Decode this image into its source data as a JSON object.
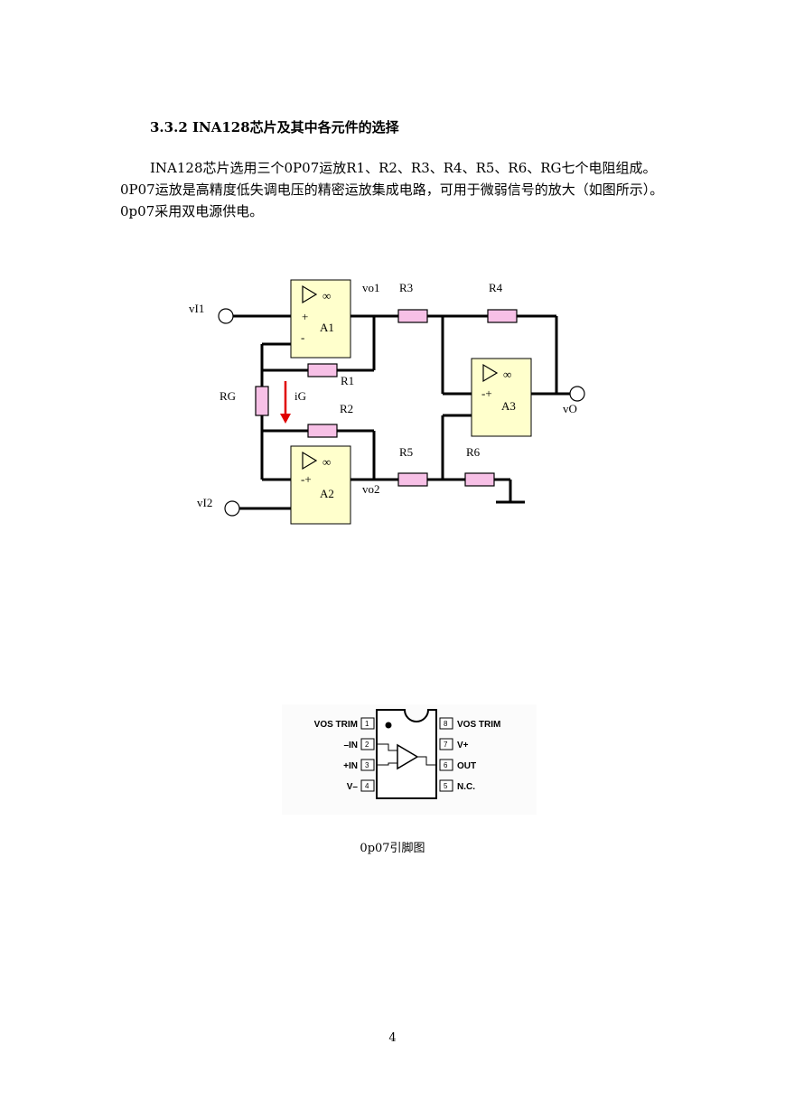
{
  "section": {
    "heading": "3.3.2 INA128芯片及其中各元件的选择",
    "paragraph": "INA128芯片选用三个0P07运放R1、R2、R3、R4、R5、R6、RG七个电阻组成。0P07运放是高精度低失调电压的精密运放集成电路，可用于微弱信号的放大（如图所示）。0p07采用双电源供电。"
  },
  "circuit": {
    "amp_A1": "A1",
    "amp_A2": "A2",
    "amp_A3": "A3",
    "infinity": "∞",
    "plus": "+",
    "minus": "-",
    "minus_plus": "-+",
    "input_vI1": "vI1",
    "input_vI2": "vI2",
    "output_vO": "vO",
    "node_vo1": "vo1",
    "node_vo2": "vo2",
    "res_R1": "R1",
    "res_R2": "R2",
    "res_R3": "R3",
    "res_R4": "R4",
    "res_R5": "R5",
    "res_R6": "R6",
    "res_RG": "RG",
    "current_iG": "iG",
    "colors": {
      "amp_fill": "#ffffcc",
      "resistor_fill": "#f7c0e6",
      "arrow": "#e00000"
    }
  },
  "pinout": {
    "left_pins": [
      {
        "num": "1",
        "label": "VOS TRIM"
      },
      {
        "num": "2",
        "label": "–IN"
      },
      {
        "num": "3",
        "label": "+IN"
      },
      {
        "num": "4",
        "label": "V–"
      }
    ],
    "right_pins": [
      {
        "num": "8",
        "label": "VOS TRIM"
      },
      {
        "num": "7",
        "label": "V+"
      },
      {
        "num": "6",
        "label": "OUT"
      },
      {
        "num": "5",
        "label": "N.C."
      }
    ],
    "caption": "0p07引脚图"
  },
  "footer": {
    "page_number": "4"
  }
}
